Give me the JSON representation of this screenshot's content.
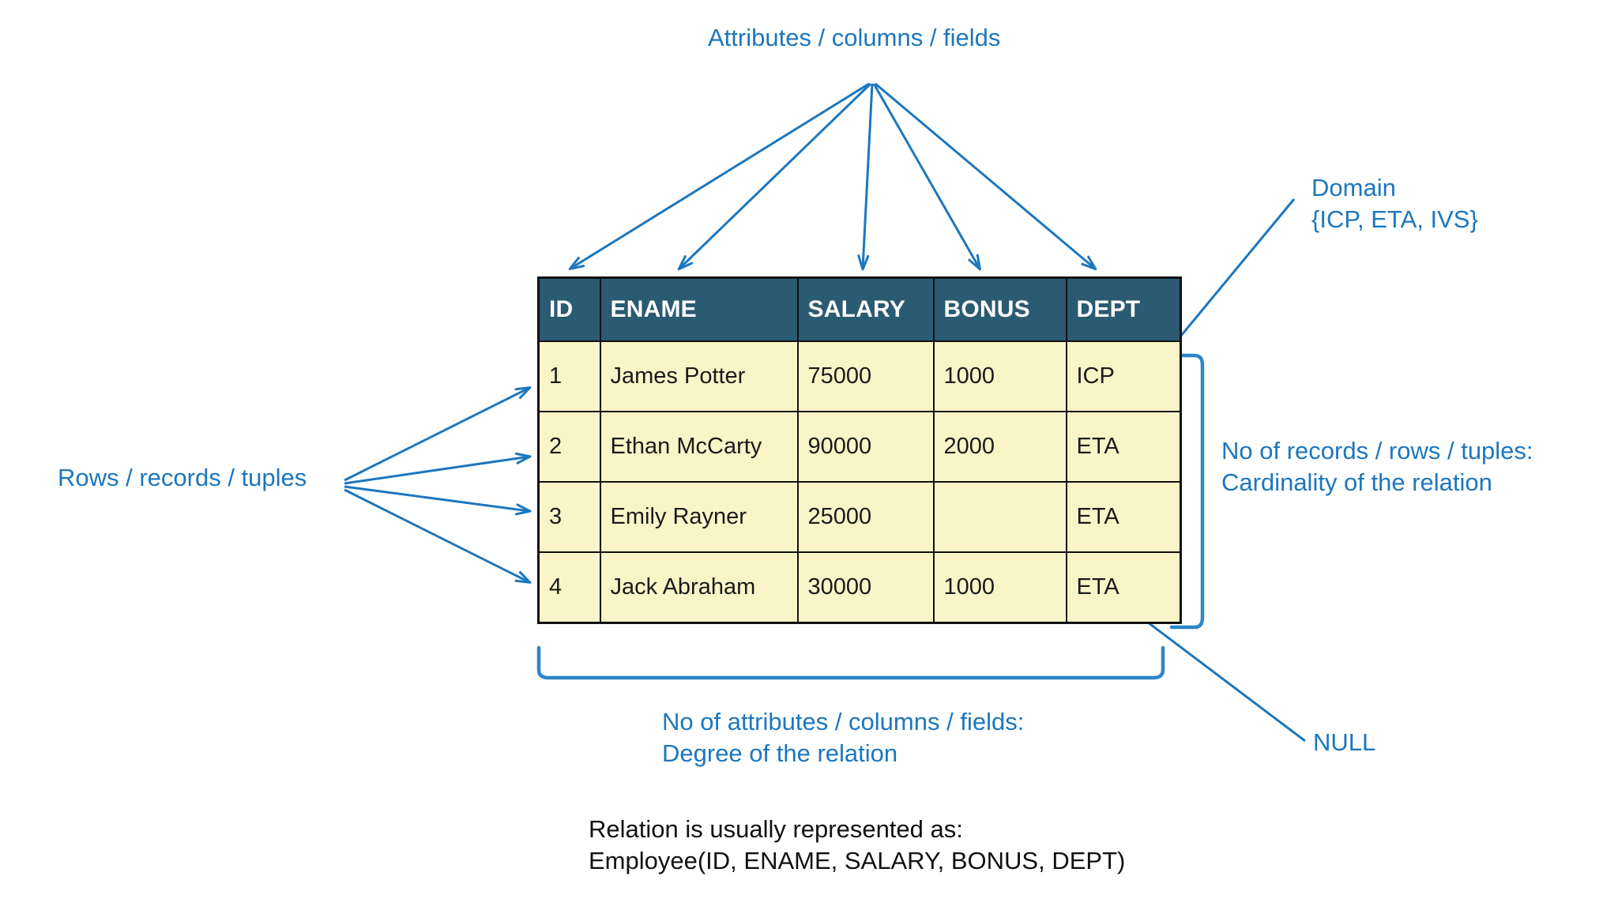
{
  "diagram": {
    "title_text": "Attributes / columns / fields",
    "accent_color": "#1C77BE",
    "header_color": "#2B5A73",
    "cell_color": "#FAF5C8",
    "border_color": "#111111"
  },
  "table": {
    "name": "Employee",
    "columns": [
      "ID",
      "ENAME",
      "SALARY",
      "BONUS",
      "DEPT"
    ],
    "rows": [
      [
        "1",
        "James Potter",
        "75000",
        "1000",
        "ICP"
      ],
      [
        "2",
        "Ethan McCarty",
        "90000",
        "2000",
        "ETA"
      ],
      [
        "3",
        "Emily Rayner",
        "25000",
        "",
        "ETA"
      ],
      [
        "4",
        "Jack Abraham",
        "30000",
        "1000",
        "ETA"
      ]
    ]
  },
  "annotations": {
    "attributes": "Attributes / columns / fields",
    "domain_line1": "Domain",
    "domain_line2": "{ICP, ETA, IVS}",
    "domain": "Domain\n{ICP, ETA, IVS}",
    "cardinality": "No of records / rows / tuples:\nCardinality of the relation",
    "rows": "Rows / records / tuples",
    "degree": "No of attributes / columns / fields:\nDegree of the relation",
    "null": "NULL",
    "relation_note": "Relation is usually represented as:\nEmployee(ID, ENAME, SALARY, BONUS, DEPT)"
  }
}
